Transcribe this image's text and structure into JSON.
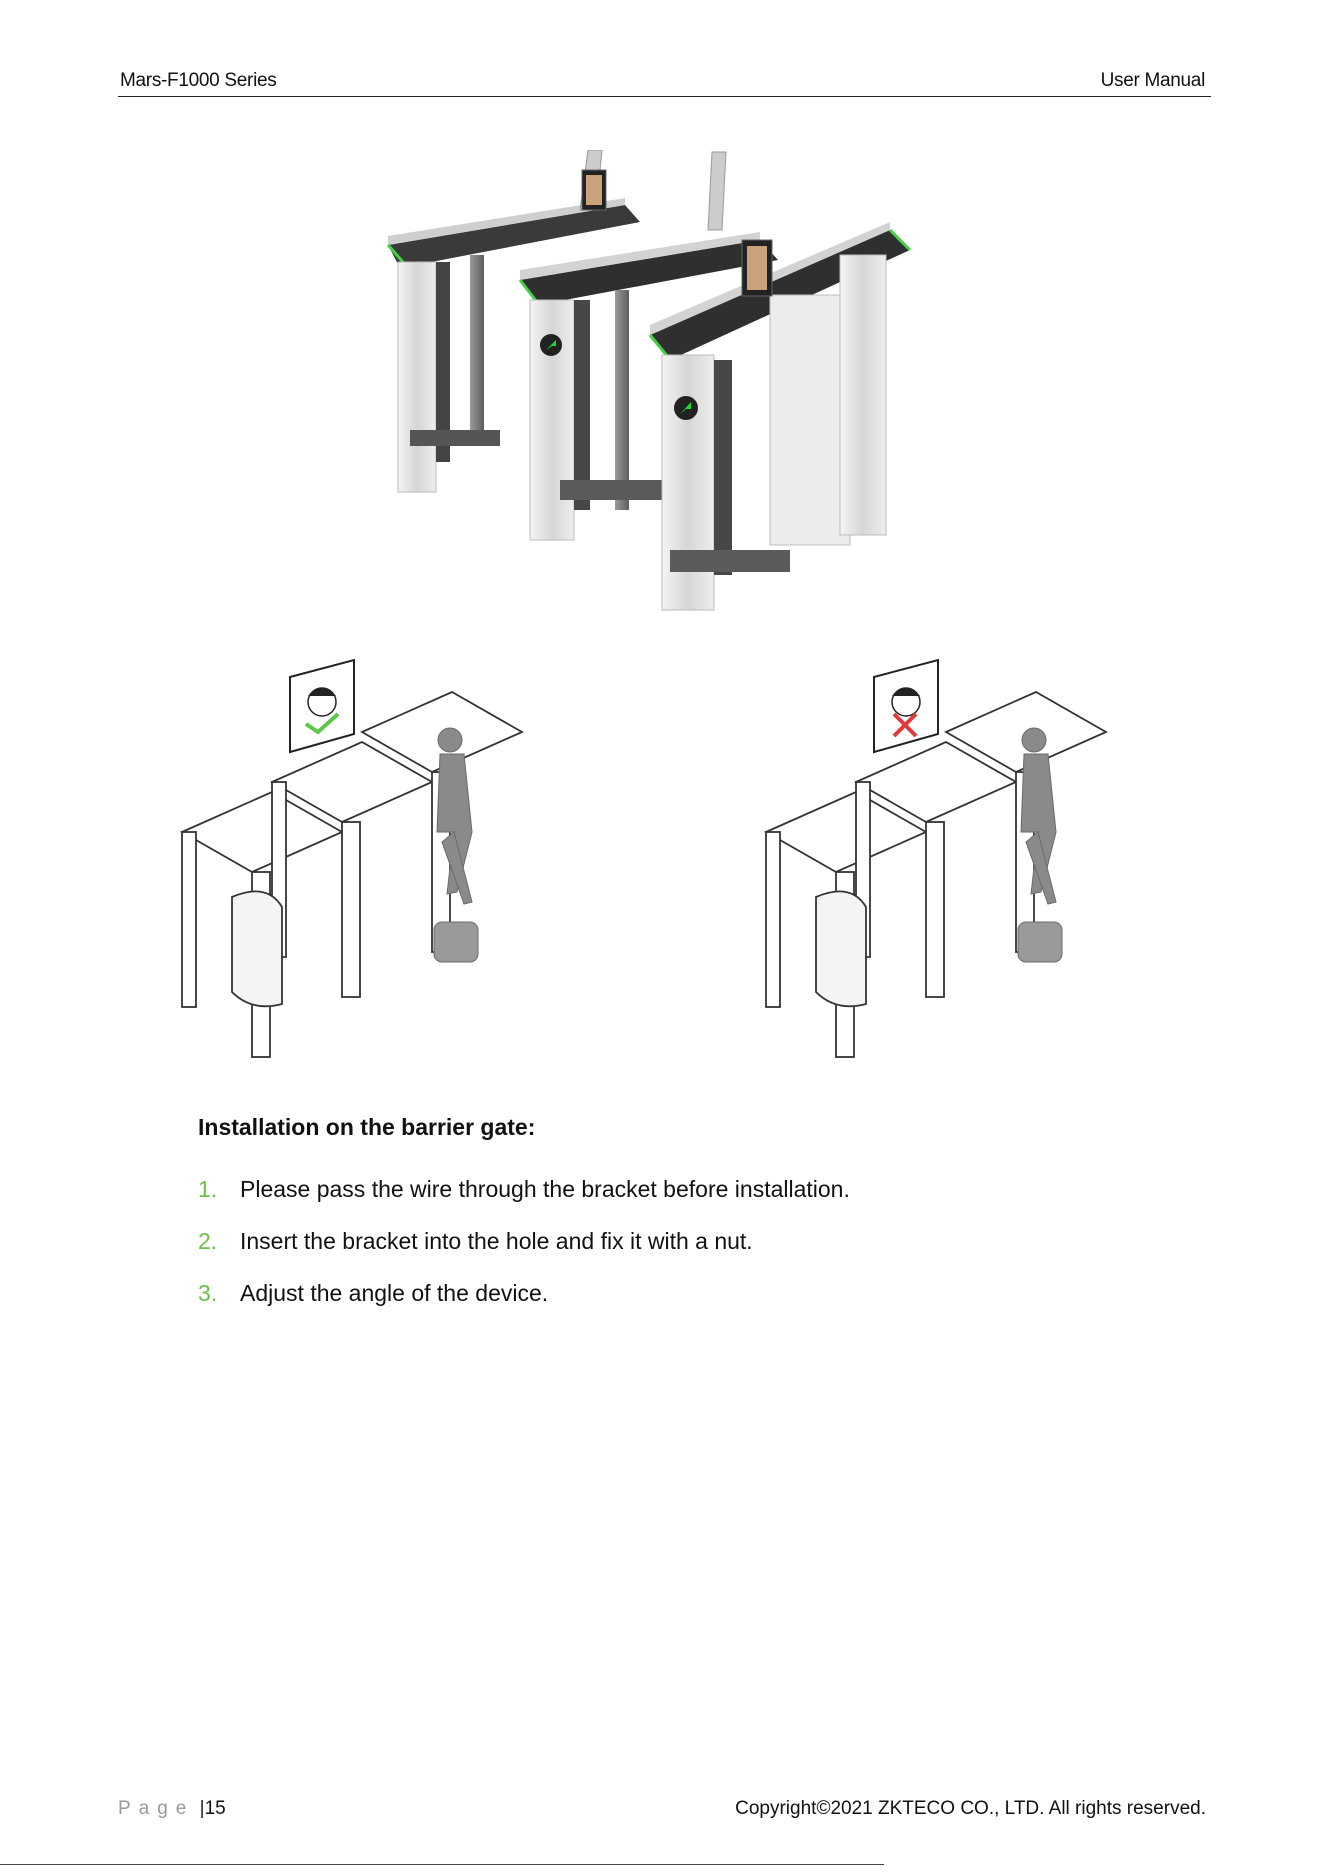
{
  "header": {
    "left": "Mars-F1000 Series",
    "right": "User Manual"
  },
  "section_title": "Installation on the barrier gate:",
  "steps": [
    {
      "num": "1.",
      "text": "Please pass the wire through the bracket before installation."
    },
    {
      "num": "2.",
      "text": "Insert the bracket into the hole and fix it with a nut."
    },
    {
      "num": "3.",
      "text": "Adjust the angle of the device."
    }
  ],
  "footer": {
    "page_label": "Page",
    "page_sep": "|",
    "page_number": "15",
    "copyright": "Copyright©2021 ZKTECO CO., LTD.  All rights reserved."
  },
  "colors": {
    "accent_green": "#6cc04a",
    "arrow_green": "#19d72c",
    "cross_red": "#e03a3a"
  }
}
